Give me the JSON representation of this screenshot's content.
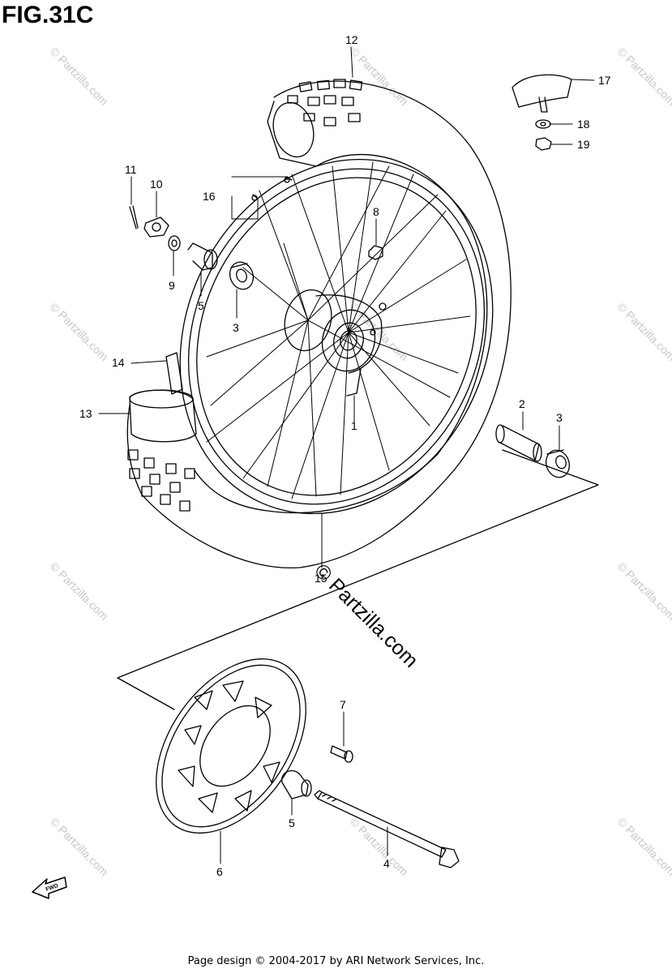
{
  "figure": {
    "title": "FIG.31C"
  },
  "watermark": {
    "main": "© Partzilla.com",
    "tile": "© Partzilla.com"
  },
  "footer": {
    "text": "Page design © 2004-2017 by ARI Network Services, Inc."
  },
  "fwd_badge": {
    "label": "FWD"
  },
  "callouts": [
    {
      "id": "c12",
      "label": "12"
    },
    {
      "id": "c17",
      "label": "17"
    },
    {
      "id": "c18",
      "label": "18"
    },
    {
      "id": "c19",
      "label": "19"
    },
    {
      "id": "c11",
      "label": "11"
    },
    {
      "id": "c10",
      "label": "10"
    },
    {
      "id": "c16",
      "label": "16"
    },
    {
      "id": "c8",
      "label": "8"
    },
    {
      "id": "c9",
      "label": "9"
    },
    {
      "id": "c5a",
      "label": "5"
    },
    {
      "id": "c3a",
      "label": "3"
    },
    {
      "id": "c14",
      "label": "14"
    },
    {
      "id": "c13",
      "label": "13"
    },
    {
      "id": "c1",
      "label": "1"
    },
    {
      "id": "c2",
      "label": "2"
    },
    {
      "id": "c3b",
      "label": "3"
    },
    {
      "id": "c15",
      "label": "15"
    },
    {
      "id": "c7",
      "label": "7"
    },
    {
      "id": "c5b",
      "label": "5"
    },
    {
      "id": "c6",
      "label": "6"
    },
    {
      "id": "c4",
      "label": "4"
    }
  ]
}
